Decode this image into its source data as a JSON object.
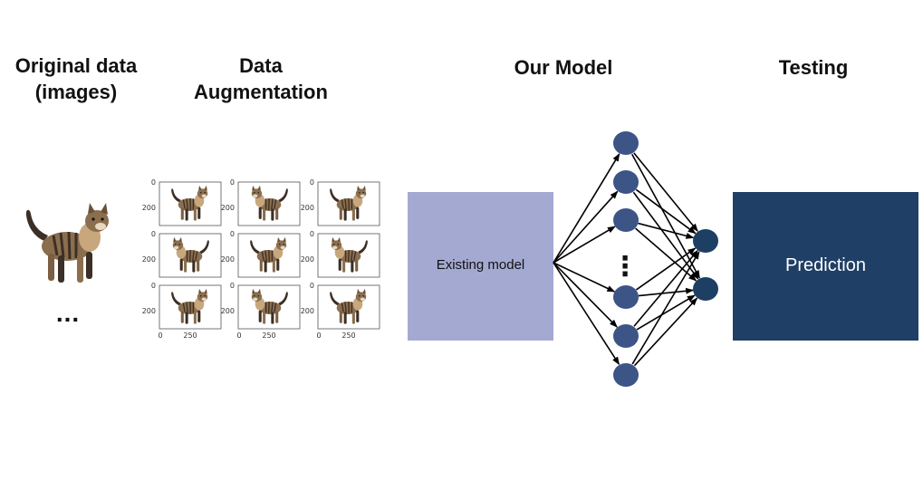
{
  "headings": {
    "original_line1": "Original data",
    "original_line2": "(images)",
    "augmentation_line1": "Data",
    "augmentation_line2": "Augmentation",
    "our_model": "Our Model",
    "testing": "Testing"
  },
  "original_ellipsis": "...",
  "augmentation_grid": {
    "rows": 3,
    "cols": 3,
    "y_tick_labels": [
      "0",
      "200"
    ],
    "x_tick_labels": [
      "0",
      "250"
    ]
  },
  "existing_model": {
    "label": "Existing model",
    "color": "#a4a9d2"
  },
  "network": {
    "hidden_ellipsis": "⋮",
    "node_color": "#3c5486",
    "output_color": "#1d3f63"
  },
  "prediction": {
    "label": "Prediction",
    "color": "#203f66"
  },
  "colors": {
    "cat_body": "#8a6e4e",
    "cat_dark": "#3c2f25",
    "cat_light": "#c9a77d"
  }
}
